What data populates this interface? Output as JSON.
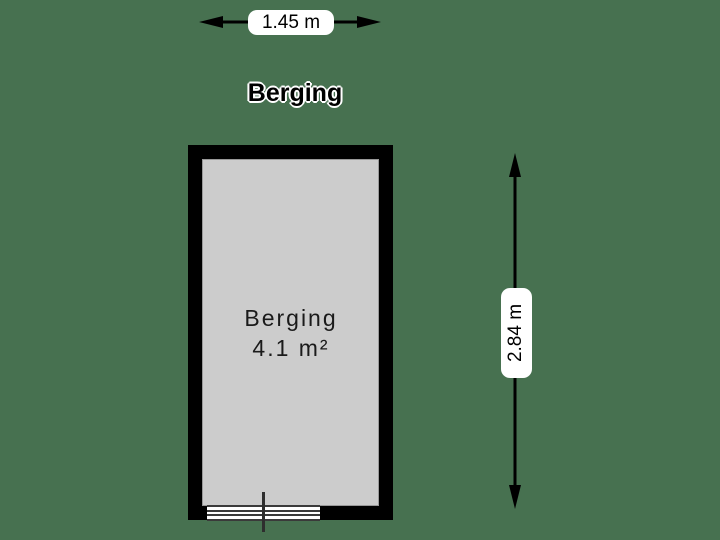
{
  "plan": {
    "title": "Berging",
    "room": {
      "label": "Berging",
      "area_label": "4.1 m²"
    },
    "dimensions": {
      "width_label": "1.45 m",
      "height_label": "2.84 m"
    },
    "colors": {
      "background": "#477150",
      "wall": "#000000",
      "floor": "#cccccc",
      "floor_outline": "#999999",
      "dimension_pill": "#ffffff",
      "text": "#000000"
    },
    "icons": {
      "width_arrow": "horizontal-double-arrow-icon",
      "height_arrow": "vertical-double-arrow-icon",
      "window": "window-symbol"
    }
  }
}
